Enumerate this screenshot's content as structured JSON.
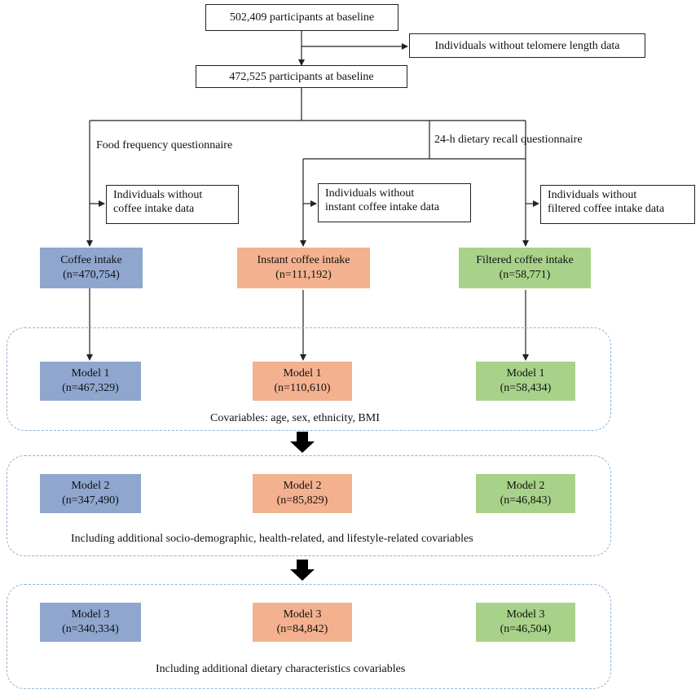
{
  "baseline1": "502,409 participants at baseline",
  "baseline2": "472,525 participants at baseline",
  "excl_telomere": "Individuals without telomere length data",
  "branch_ffq": "Food frequency questionnaire",
  "branch_24h": "24-h dietary recall questionnaire",
  "excl_coffee": [
    "Individuals without",
    "coffee intake data"
  ],
  "excl_instant": [
    "Individuals without",
    "instant coffee intake data"
  ],
  "excl_filtered": [
    "Individuals without",
    "filtered coffee intake data"
  ],
  "columns": [
    {
      "intake": {
        "label": "Coffee intake",
        "n": "(n=470,754)"
      },
      "model1": {
        "label": "Model 1",
        "n": "(n=467,329)"
      },
      "model2": {
        "label": "Model 2",
        "n": "(n=347,490)"
      },
      "model3": {
        "label": "Model 3",
        "n": "(n=340,334)"
      }
    },
    {
      "intake": {
        "label": "Instant coffee intake",
        "n": "(n=111,192)"
      },
      "model1": {
        "label": "Model 1",
        "n": "(n=110,610)"
      },
      "model2": {
        "label": "Model 2",
        "n": "(n=85,829)"
      },
      "model3": {
        "label": "Model 3",
        "n": "(n=84,842)"
      }
    },
    {
      "intake": {
        "label": "Filtered coffee intake",
        "n": "(n=58,771)"
      },
      "model1": {
        "label": "Model 1",
        "n": "(n=58,434)"
      },
      "model2": {
        "label": "Model 2",
        "n": "(n=46,843)"
      },
      "model3": {
        "label": "Model 3",
        "n": "(n=46,504)"
      }
    }
  ],
  "covariables1": "Covariables: age, sex, ethnicity, BMI",
  "covariables2": "Including additional socio-demographic, health-related, and lifestyle-related covariables",
  "covariables3": "Including additional dietary characteristics covariables",
  "colors": {
    "blue": "#8fa6cf",
    "orange": "#f4b18f",
    "green": "#a8d289",
    "dashed_border": "#8fb3d6"
  }
}
